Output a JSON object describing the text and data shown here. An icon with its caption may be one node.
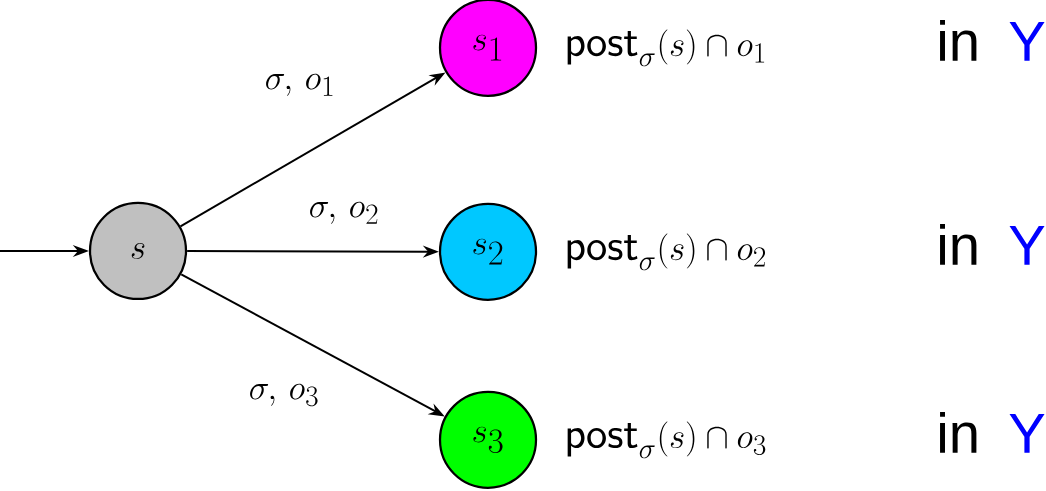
{
  "diagram": {
    "nodes": [
      {
        "text": [
          "s"
        ]
      },
      {
        "text": [
          "s_1"
        ],
        "beside": [
          "\\mathsf{post}_{\\sigma}(s)\\cap o_1",
          "in",
          "Y"
        ]
      },
      {
        "text": [
          "s_2"
        ],
        "beside": [
          "\\mathsf{post}_{\\sigma}(s)\\cap o_2",
          "in",
          "Y"
        ]
      },
      {
        "text": [
          "s_3"
        ],
        "beside": [
          "\\mathsf{post}_{\\sigma}(s)\\cap o_3",
          "in",
          "Y"
        ]
      }
    ],
    "edges": [
      {
        "from": null,
        "to": 0,
        "arrow": "to"
      },
      {
        "from": 0,
        "to": 1,
        "arrow": "to",
        "label": "\\sigma,\\, o_1"
      },
      {
        "from": 0,
        "to": 2,
        "arrow": "to",
        "label": "\\sigma,\\, o_2"
      },
      {
        "from": 0,
        "to": 3,
        "arrow": "to",
        "label": "\\sigma,\\, o_3"
      }
    ]
  }
}
